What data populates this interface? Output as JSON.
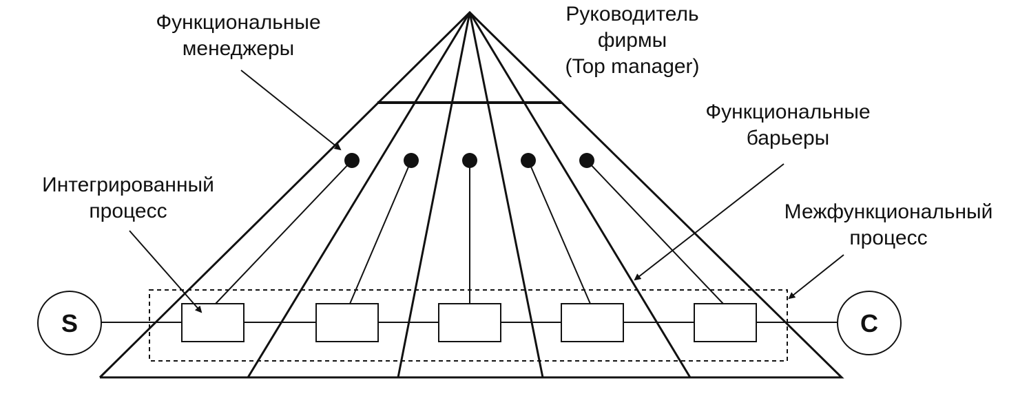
{
  "labels": {
    "functional_managers": [
      "Функциональные",
      "менеджеры"
    ],
    "top_manager": [
      "Руководитель",
      "фирмы",
      "(Top manager)"
    ],
    "functional_barriers": [
      "Функциональные",
      "барьеры"
    ],
    "integrated_process": [
      "Интегрированный",
      "процесс"
    ],
    "cross_functional_process": [
      "Межфункциональный",
      "процесс"
    ]
  },
  "nodes": {
    "start": "S",
    "end": "C"
  },
  "counts": {
    "managers": 5,
    "process_boxes": 5
  },
  "colors": {
    "line": "#111111",
    "background": "#ffffff"
  }
}
